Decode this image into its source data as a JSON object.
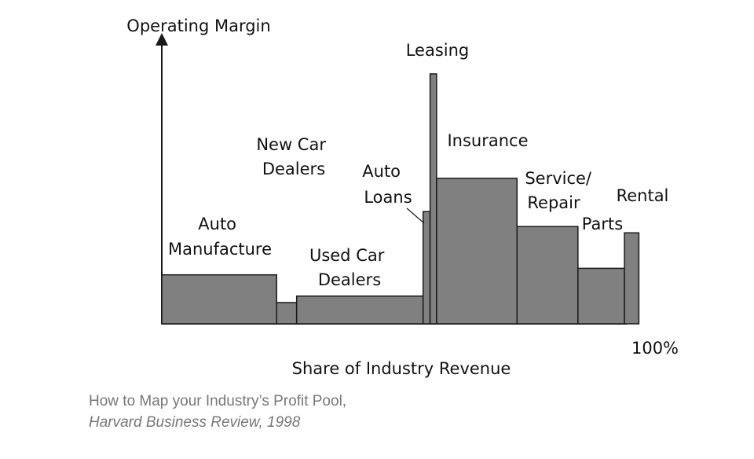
{
  "chart_data": {
    "type": "bar",
    "variant": "variable-width (Marimekko profit pool)",
    "ylabel": "Operating Margin",
    "xlabel": "Share of Industry Revenue",
    "x_end_label": "100%",
    "xlim": [
      0,
      100
    ],
    "ylim": [
      0,
      100
    ],
    "grid": false,
    "legend": "none",
    "bar_color": "#808080",
    "segments": [
      {
        "id": "auto-manufacture",
        "label_lines": [
          "Auto",
          "Manufacture"
        ],
        "share": 24.7,
        "margin": 19.6
      },
      {
        "id": "new-car-dealers",
        "label_lines": [
          "New Car",
          "Dealers"
        ],
        "share": 4.3,
        "margin": 8.5
      },
      {
        "id": "used-car-dealers",
        "label_lines": [
          "Used Car",
          "Dealers"
        ],
        "share": 27.2,
        "margin": 11.1
      },
      {
        "id": "auto-loans",
        "label_lines": [
          "Auto",
          "Loans"
        ],
        "share": 1.5,
        "margin": 44.9
      },
      {
        "id": "leasing",
        "label_lines": [
          "Leasing"
        ],
        "share": 1.4,
        "margin": 100
      },
      {
        "id": "insurance",
        "label_lines": [
          "Insurance"
        ],
        "share": 17.3,
        "margin": 58.2
      },
      {
        "id": "service-repair",
        "label_lines": [
          "Service/",
          "Repair"
        ],
        "share": 13.1,
        "margin": 38.9
      },
      {
        "id": "parts",
        "label_lines": [
          "Parts"
        ],
        "share": 10.0,
        "margin": 22.2
      },
      {
        "id": "rental",
        "label_lines": [
          "Rental"
        ],
        "share": 3.1,
        "margin": 36.4
      }
    ]
  },
  "source": {
    "line1": "How to Map your Industry’s Profit Pool,",
    "line2": "Harvard Business Review, 1998"
  }
}
